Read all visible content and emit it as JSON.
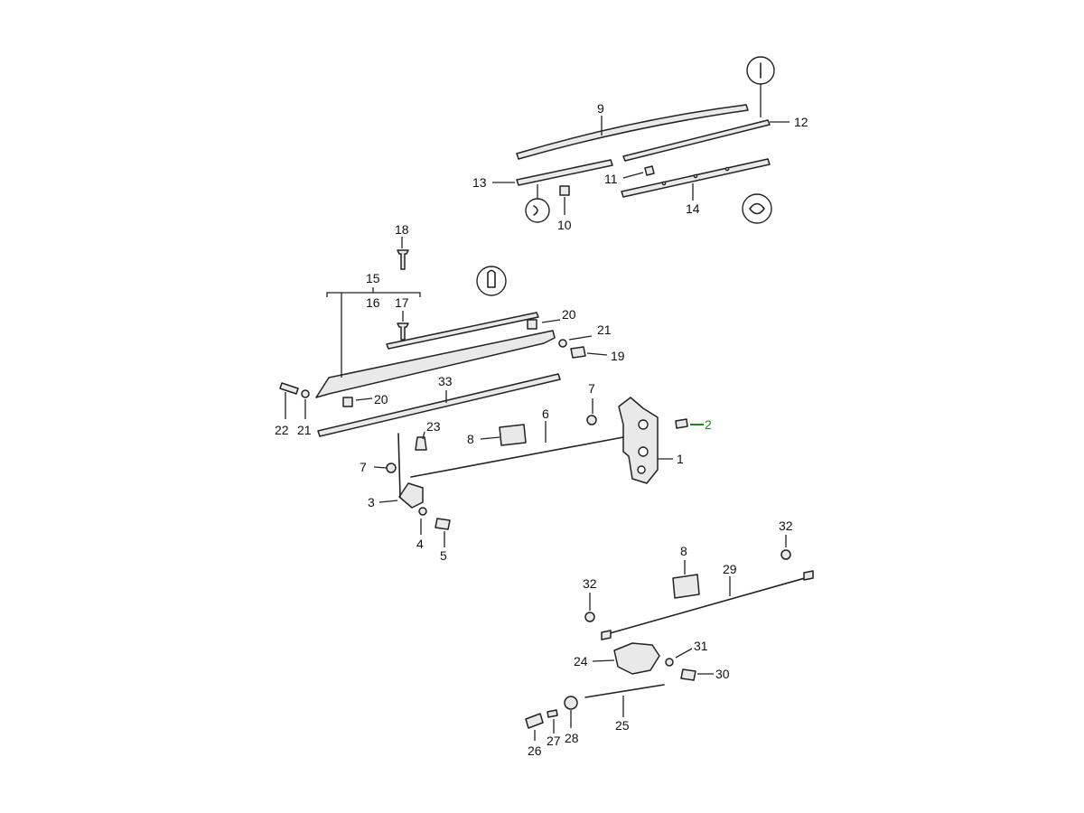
{
  "highlight_color": "#1a8a1a",
  "line_color": "#222222",
  "callouts": [
    "1",
    "2",
    "3",
    "4",
    "5",
    "6",
    "7",
    "7",
    "8",
    "8",
    "9",
    "10",
    "11",
    "12",
    "13",
    "14",
    "15",
    "16",
    "17",
    "18",
    "19",
    "20",
    "20",
    "21",
    "21",
    "22",
    "23",
    "24",
    "25",
    "26",
    "27",
    "28",
    "29",
    "30",
    "31",
    "32",
    "32",
    "33"
  ],
  "highlighted_callout": "2"
}
